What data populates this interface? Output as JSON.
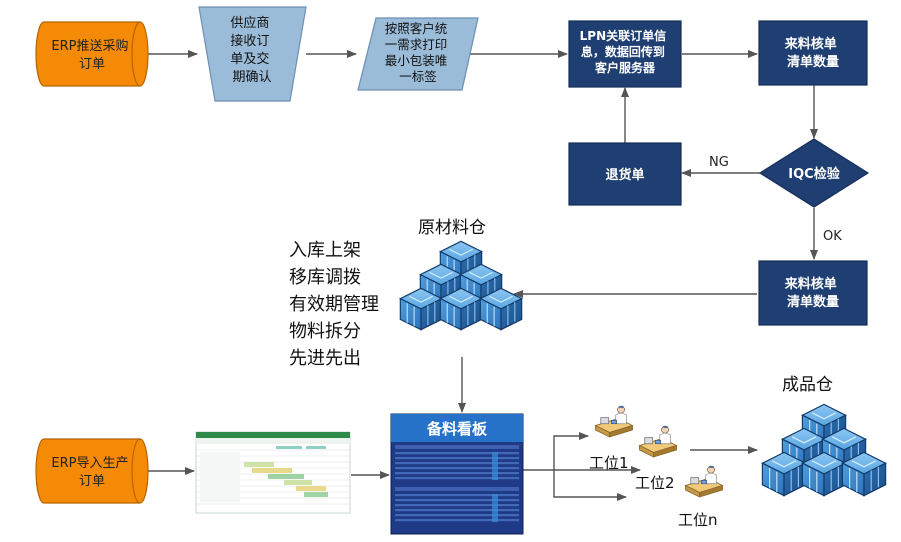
{
  "colors": {
    "erp_fill": "#f58a07",
    "erp_stroke": "#b86300",
    "light_fill": "#9bbcd8",
    "light_stroke": "#6d8fb2",
    "navy_fill": "#1f3e72",
    "navy_stroke": "#162f59",
    "arrow": "#555555",
    "board_bg": "#1f3a86",
    "board_header": "#2672c8",
    "box_fill": "#3f8fd6",
    "box_stroke": "#123a66"
  },
  "nodes": {
    "erp_push": [
      "ERP推送采购",
      "订单"
    ],
    "supplier": [
      "供应商",
      "接收订",
      "单及交",
      "期确认"
    ],
    "print_label": [
      "按照客户统",
      "一需求打印",
      "最小包装唯",
      "一标签"
    ],
    "lpn": [
      "LPN关联订单信",
      "息，数据回传到",
      "客户服务器"
    ],
    "check_qty_1": [
      "来料核单",
      "清单数量"
    ],
    "return_order": [
      "退货单"
    ],
    "iqc": [
      "IQC检验"
    ],
    "check_qty_2": [
      "来料核单",
      "清单数量"
    ],
    "erp_import": [
      "ERP导入生产",
      "订单"
    ]
  },
  "edge_labels": {
    "ng": "NG",
    "ok": "OK"
  },
  "warehouse": {
    "raw_title": "原材料仓",
    "functions": [
      "入库上架",
      "移库调拨",
      "有效期管理",
      "物料拆分",
      "先进先出"
    ],
    "finished_title": "成品仓"
  },
  "board": {
    "title": "备料看板"
  },
  "workstations": [
    "工位1",
    "工位2",
    "工位n"
  ]
}
